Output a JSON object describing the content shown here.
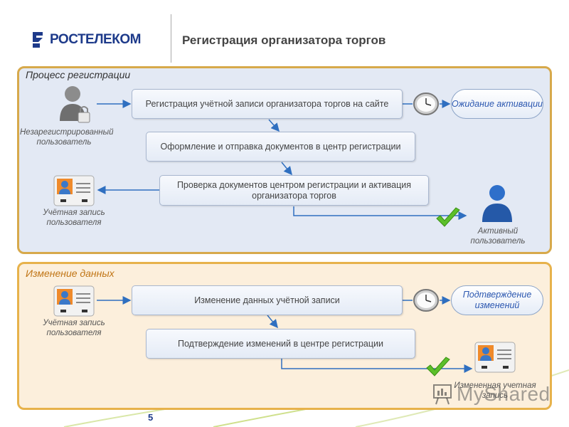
{
  "header": {
    "brand": "РОСТЕЛЕКОМ",
    "title": "Регистрация организатора торгов"
  },
  "registration": {
    "title": "Процесс регистрации",
    "steps": [
      "Регистрация учётной записи организатора торгов на сайте",
      "Оформление и отправка документов в центр регистрации",
      "Проверка документов центром регистрации и активация организатора торгов"
    ],
    "status": "Ожидание активации",
    "unregistered_user": "Незарегистрированный пользователь",
    "user_account": "Учётная запись пользователя",
    "active_user": "Активный пользователь"
  },
  "change": {
    "title": "Изменение данных",
    "steps": [
      "Изменение данных учётной записи",
      "Подтверждение изменений в центре регистрации"
    ],
    "status": "Подтверждение изменений",
    "user_account": "Учётная запись пользователя",
    "changed_account": "Измененная учетная запись"
  },
  "page_number": "5",
  "watermark": "MyShared",
  "colors": {
    "brand_blue": "#1d3a8a",
    "panel_blue": "#e3e9f4",
    "panel_orange": "#fcefdc",
    "border_gold": "#d7a94b",
    "arrow_blue": "#2f6fc0",
    "status_blue": "#2b57b0",
    "check_green": "#5cbf2a"
  },
  "icons": [
    "rostelecom-logo-icon",
    "locked-user-icon",
    "clock-icon",
    "check-icon",
    "account-card-icon",
    "active-user-icon"
  ]
}
